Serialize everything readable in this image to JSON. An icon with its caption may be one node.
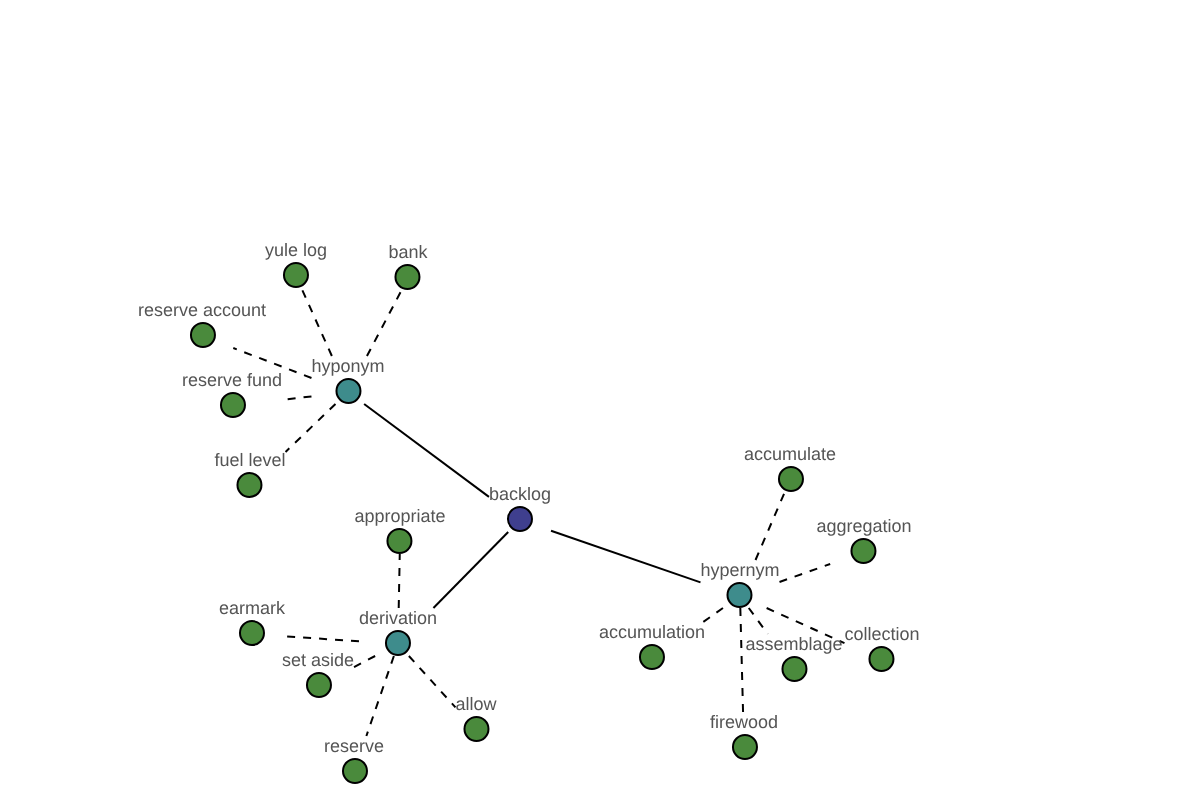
{
  "diagram": {
    "nodes": [
      {
        "text": [
          "backlog"
        ]
      },
      {
        "text": [
          "hyponym"
        ]
      },
      {
        "text": [
          "yule log"
        ]
      },
      {
        "text": [
          "bank"
        ]
      },
      {
        "text": [
          "reserve account"
        ]
      },
      {
        "text": [
          "reserve fund"
        ]
      },
      {
        "text": [
          "fuel level"
        ]
      },
      {
        "text": [
          "derivation"
        ]
      },
      {
        "text": [
          "appropriate"
        ]
      },
      {
        "text": [
          "earmark"
        ]
      },
      {
        "text": [
          "set aside"
        ]
      },
      {
        "text": [
          "reserve"
        ]
      },
      {
        "text": [
          "allow"
        ]
      },
      {
        "text": [
          "hypernym"
        ]
      },
      {
        "text": [
          "accumulate"
        ]
      },
      {
        "text": [
          "aggregation"
        ]
      },
      {
        "text": [
          "accumulation"
        ]
      },
      {
        "text": [
          "assemblage"
        ]
      },
      {
        "text": [
          "collection"
        ]
      },
      {
        "text": [
          "firewood"
        ]
      }
    ],
    "edges": [
      {
        "from": 0,
        "to": 1,
        "arrow": "none"
      },
      {
        "from": 0,
        "to": 7,
        "arrow": "none"
      },
      {
        "from": 0,
        "to": 13,
        "arrow": "none"
      },
      {
        "from": 1,
        "to": 2,
        "arrow": "none",
        "style": "dashed"
      },
      {
        "from": 1,
        "to": 3,
        "arrow": "none",
        "style": "dashed"
      },
      {
        "from": 1,
        "to": 4,
        "arrow": "none",
        "style": "dashed"
      },
      {
        "from": 1,
        "to": 5,
        "arrow": "none",
        "style": "dashed"
      },
      {
        "from": 1,
        "to": 6,
        "arrow": "none",
        "style": "dashed"
      },
      {
        "from": 7,
        "to": 8,
        "arrow": "none",
        "style": "dashed"
      },
      {
        "from": 7,
        "to": 9,
        "arrow": "none",
        "style": "dashed"
      },
      {
        "from": 7,
        "to": 10,
        "arrow": "none",
        "style": "dashed"
      },
      {
        "from": 7,
        "to": 11,
        "arrow": "none",
        "style": "dashed"
      },
      {
        "from": 7,
        "to": 12,
        "arrow": "none",
        "style": "dashed"
      },
      {
        "from": 13,
        "to": 14,
        "arrow": "none",
        "style": "dashed"
      },
      {
        "from": 13,
        "to": 15,
        "arrow": "none",
        "style": "dashed"
      },
      {
        "from": 13,
        "to": 16,
        "arrow": "none",
        "style": "dashed"
      },
      {
        "from": 13,
        "to": 17,
        "arrow": "none",
        "style": "dashed"
      },
      {
        "from": 13,
        "to": 18,
        "arrow": "none",
        "style": "dashed"
      },
      {
        "from": 13,
        "to": 19,
        "arrow": "none",
        "style": "dashed"
      }
    ]
  }
}
